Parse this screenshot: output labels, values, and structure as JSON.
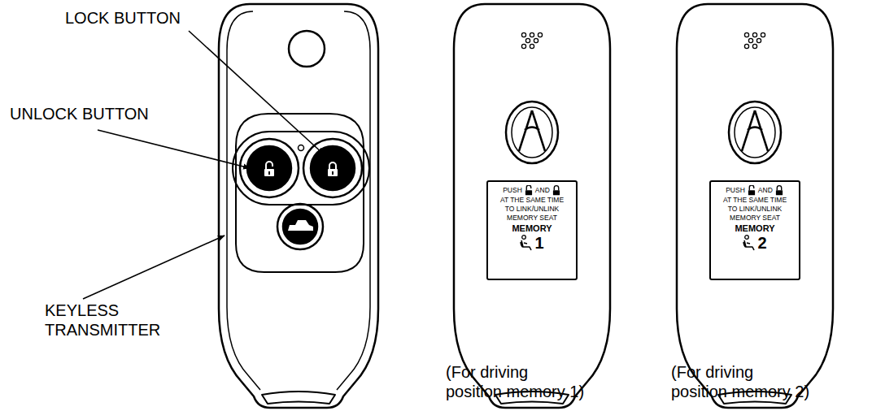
{
  "diagram": {
    "nodes": [
      {
        "text": [
          "PUSH",
          "AND",
          "AT THE SAME TIME TO LINK/UNLINK MEMORY SEAT",
          "MEMORY",
          "1"
        ]
      },
      {
        "text": [
          "PUSH",
          "AND",
          "AT THE SAME TIME TO LINK/UNLINK MEMORY SEAT",
          "MEMORY",
          "2"
        ]
      }
    ],
    "labels": [
      "LOCK BUTTON",
      "UNLOCK BUTTON",
      "KEYLESS TRANSMITTER",
      "(For driving position memory 1)",
      "(For driving position memory 2)"
    ]
  }
}
